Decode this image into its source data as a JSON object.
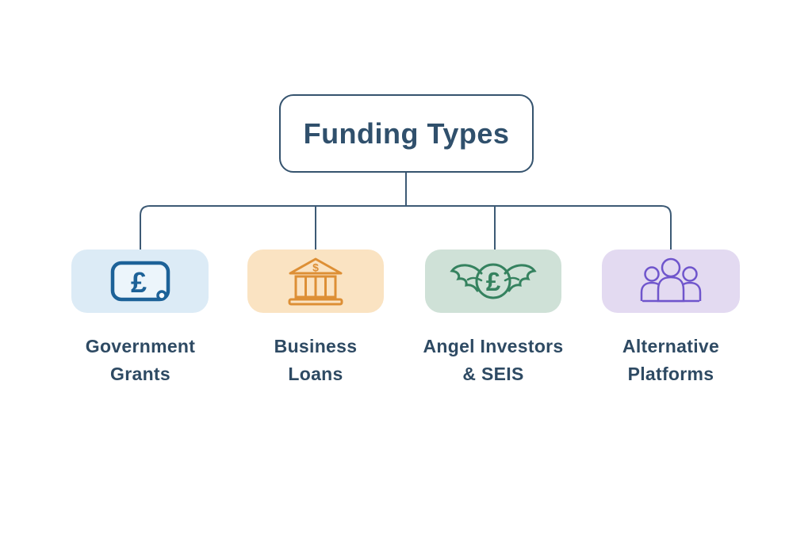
{
  "diagram": {
    "title": "Funding Types",
    "nodes": [
      {
        "label": "Government\nGrants",
        "icon": "banknote-icon",
        "bg": "#dcebf6",
        "accent": "#1d6298",
        "fill": "#ecf5fb",
        "glyph": "£"
      },
      {
        "label": "Business\nLoans",
        "icon": "bank-icon",
        "bg": "#fae3c2",
        "accent": "#dd8f35",
        "glyph": "$"
      },
      {
        "label": "Angel Investors\n& SEIS",
        "icon": "winged-coin-icon",
        "bg": "#cfe1d7",
        "accent": "#35825f",
        "glyph": "£"
      },
      {
        "label": "Alternative\nPlatforms",
        "icon": "people-icon",
        "bg": "#e3daf1",
        "accent": "#6f55cc"
      }
    ],
    "colors": {
      "background": "#ffffff",
      "line": "#3d5a75",
      "node_border": "#35536e",
      "title_text": "#30506c",
      "label_text": "#2e4a63"
    }
  }
}
